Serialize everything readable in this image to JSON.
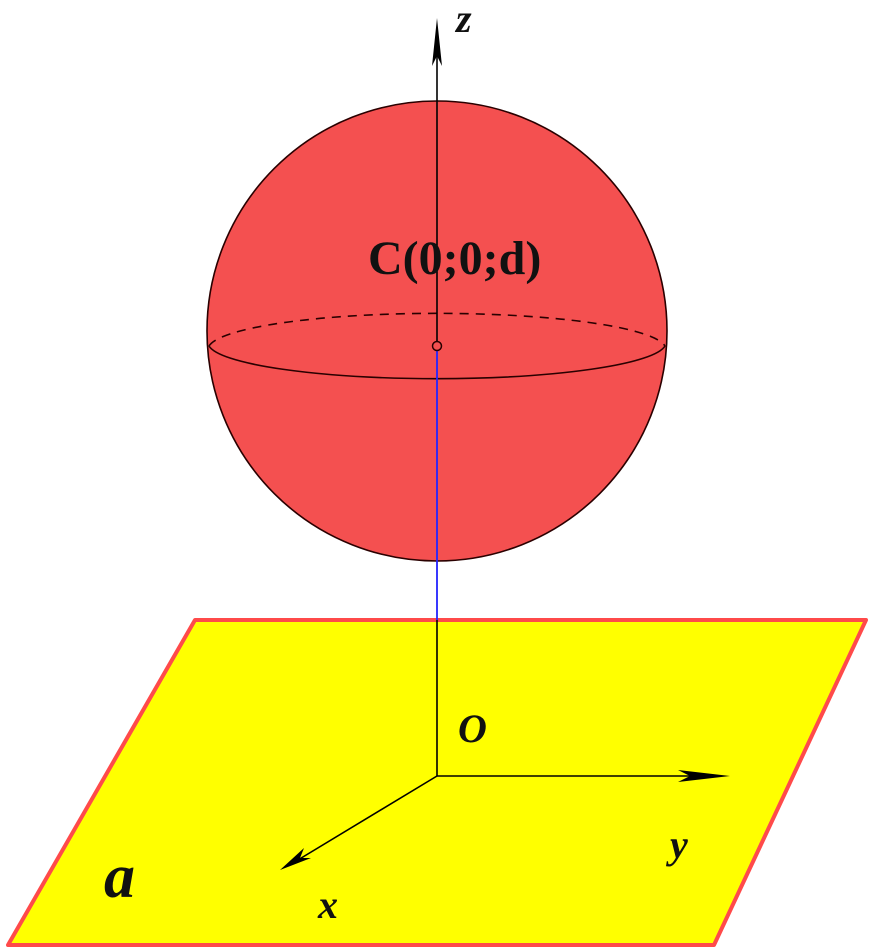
{
  "labels": {
    "z_axis": "z",
    "x_axis": "x",
    "y_axis": "y",
    "origin": "O",
    "center": "C(0;0;d)",
    "plane": "a"
  },
  "colors": {
    "background": "#ffffff",
    "sphere_fill": "#f45050",
    "sphere_stroke": "#2a0000",
    "plane_fill": "#ffff00",
    "plane_border": "#ff4a4a",
    "axis": "#000000",
    "perpendicular": "#2323ff",
    "text": "#111111"
  }
}
